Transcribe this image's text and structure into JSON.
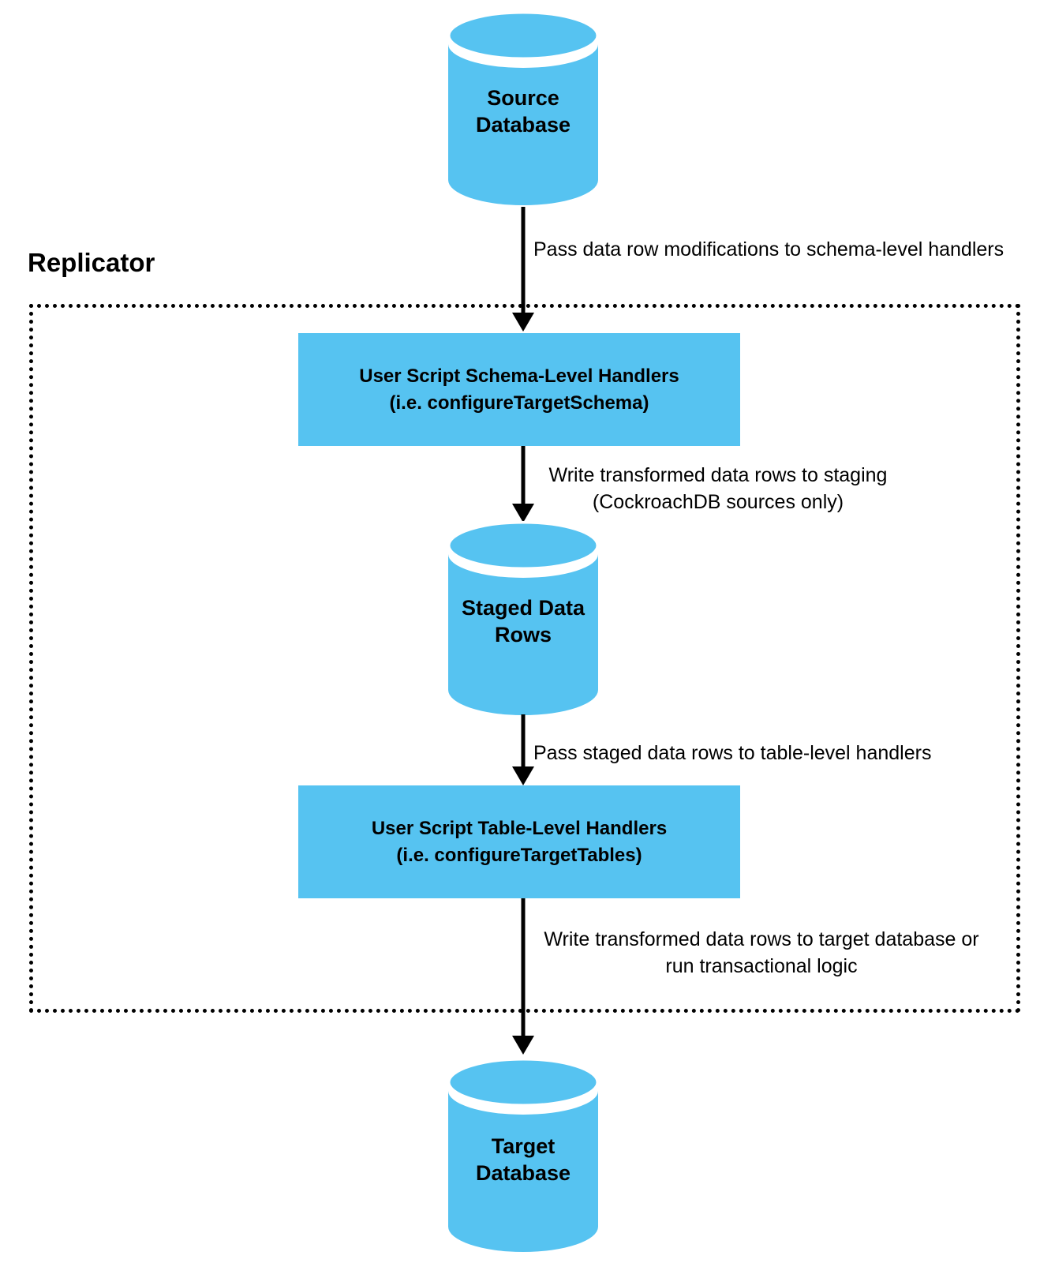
{
  "diagram": {
    "group": {
      "title": "Replicator"
    },
    "nodes": {
      "source_db": {
        "line1": "Source",
        "line2": "Database"
      },
      "schema_handlers": {
        "line1": "User Script Schema-Level Handlers",
        "line2": "(i.e. configureTargetSchema)"
      },
      "staged_rows": {
        "line1": "Staged Data",
        "line2": "Rows"
      },
      "table_handlers": {
        "line1": "User Script Table-Level Handlers",
        "line2": "(i.e. configureTargetTables)"
      },
      "target_db": {
        "line1": "Target",
        "line2": "Database"
      }
    },
    "edges": {
      "source_to_schema": {
        "label": "Pass data row modifications to schema-level handlers"
      },
      "schema_to_staged": {
        "line1": "Write transformed data rows to staging",
        "line2": "(CockroachDB sources only)"
      },
      "staged_to_table": {
        "label": "Pass staged data rows to table-level handlers"
      },
      "table_to_target": {
        "line1": "Write transformed data rows to target database or",
        "line2": "run transactional logic"
      }
    },
    "colors": {
      "node_fill": "#56C3F1",
      "line": "#000000",
      "text": "#000000",
      "background": "#FFFFFF"
    }
  }
}
